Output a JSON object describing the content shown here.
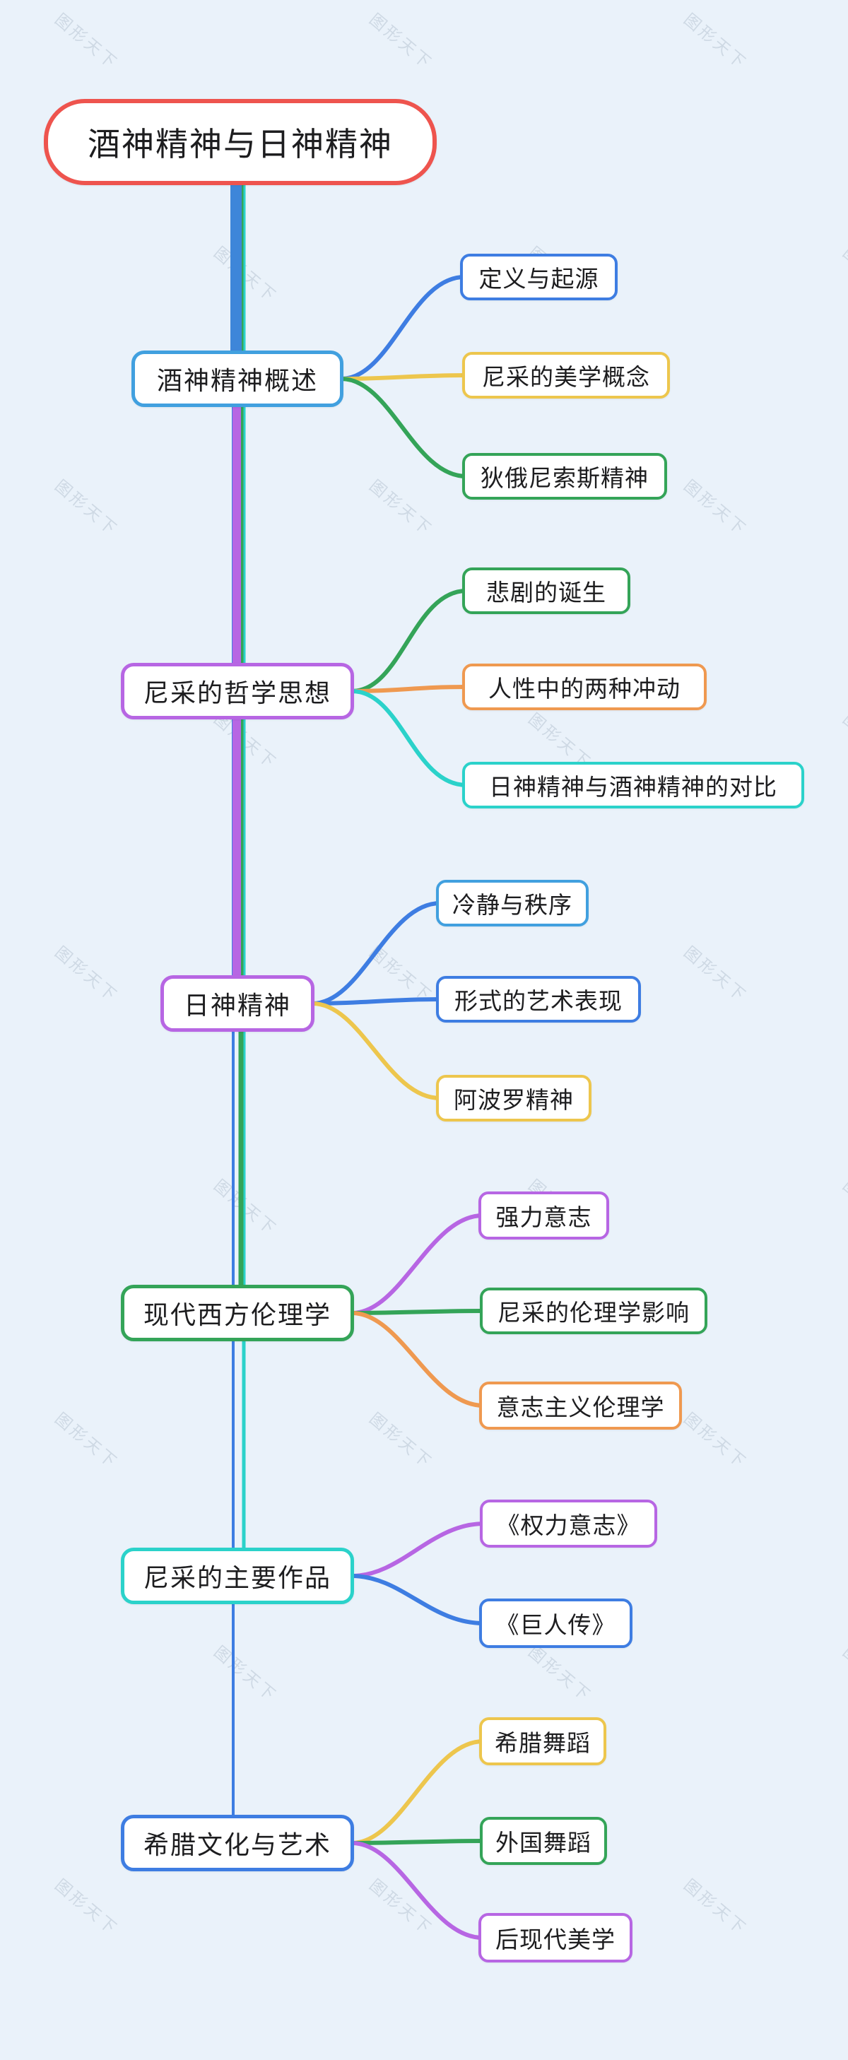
{
  "title": {
    "label": "酒神精神与日神精神",
    "color": "red"
  },
  "watermark": {
    "text": "图形天下"
  },
  "colors": {
    "red": "#ee544e",
    "skyblue": "#41a0df",
    "blue": "#3e7de2",
    "trunk_blue": "#3e86d9",
    "yellow": "#edc64d",
    "green": "#34a458",
    "orange": "#ef9950",
    "cyan": "#2bd2ca",
    "purple": "#b766e3",
    "background": "#eaf2fa",
    "node_bg": "#ffffff",
    "text": "#1d1d1f"
  },
  "branches": [
    {
      "label": "酒神精神概述",
      "color": "skyblue",
      "children": [
        {
          "label": "定义与起源",
          "color": "blue"
        },
        {
          "label": "尼采的美学概念",
          "color": "yellow"
        },
        {
          "label": "狄俄尼索斯精神",
          "color": "green"
        }
      ]
    },
    {
      "label": "尼采的哲学思想",
      "color": "purple",
      "children": [
        {
          "label": "悲剧的诞生",
          "color": "green"
        },
        {
          "label": "人性中的两种冲动",
          "color": "orange"
        },
        {
          "label": "日神精神与酒神精神的对比",
          "color": "cyan"
        }
      ]
    },
    {
      "label": "日神精神",
      "color": "purple",
      "children": [
        {
          "label": "冷静与秩序",
          "color": "skyblue",
          "line": "blue"
        },
        {
          "label": "形式的艺术表现",
          "color": "blue"
        },
        {
          "label": "阿波罗精神",
          "color": "yellow"
        }
      ]
    },
    {
      "label": "现代西方伦理学",
      "color": "green",
      "children": [
        {
          "label": "强力意志",
          "color": "purple"
        },
        {
          "label": "尼采的伦理学影响",
          "color": "green"
        },
        {
          "label": "意志主义伦理学",
          "color": "orange"
        }
      ]
    },
    {
      "label": "尼采的主要作品",
      "color": "cyan",
      "children": [
        {
          "label": "《权力意志》",
          "color": "purple"
        },
        {
          "label": "《巨人传》",
          "color": "blue"
        }
      ]
    },
    {
      "label": "希腊文化与艺术",
      "color": "blue",
      "children": [
        {
          "label": "希腊舞蹈",
          "color": "yellow"
        },
        {
          "label": "外国舞蹈",
          "color": "green"
        },
        {
          "label": "后现代美学",
          "color": "purple"
        }
      ]
    }
  ]
}
